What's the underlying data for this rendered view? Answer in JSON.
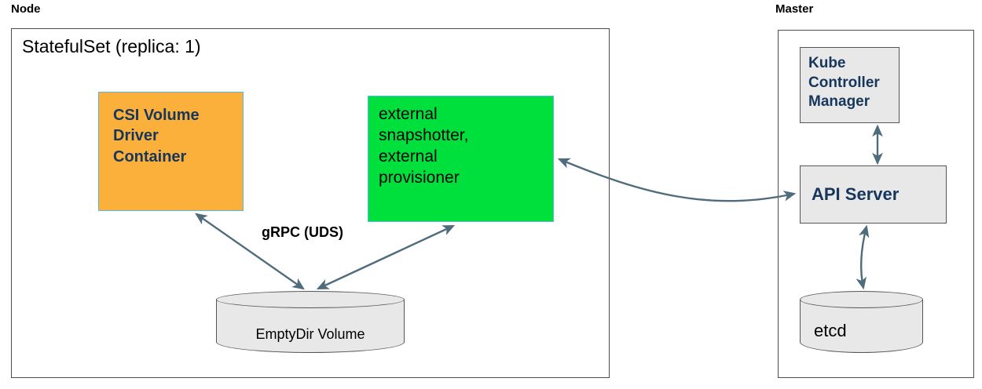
{
  "diagram": {
    "node": {
      "label": "Node",
      "statefulset_title": "StatefulSet (replica: 1)",
      "csi_driver_box": "CSI Volume Driver Container",
      "sidecar_box": "external snapshotter, external provisioner",
      "grpc_label": "gRPC (UDS)",
      "emptydir_volume": "EmptyDir Volume"
    },
    "master": {
      "label": "Master",
      "kube_controller_manager": "Kube Controller Manager",
      "api_server": "API Server",
      "etcd": "etcd"
    },
    "connections": [
      {
        "from": "CSI Volume Driver Container",
        "to": "EmptyDir Volume",
        "bidirectional": true,
        "label": "gRPC (UDS)"
      },
      {
        "from": "external snapshotter, external provisioner",
        "to": "EmptyDir Volume",
        "bidirectional": true,
        "label": "gRPC (UDS)"
      },
      {
        "from": "external snapshotter, external provisioner",
        "to": "API Server",
        "bidirectional": true
      },
      {
        "from": "Kube Controller Manager",
        "to": "API Server",
        "bidirectional": true
      },
      {
        "from": "API Server",
        "to": "etcd",
        "bidirectional": true
      }
    ],
    "colors": {
      "csi_box_fill": "#FBB03B",
      "sidecar_box_fill": "#00E03C",
      "colored_box_border": "#56B8DE",
      "gray_box_fill": "#E8E8E8",
      "frame_border": "#4D4D4D",
      "arrow": "#4E6C7C",
      "navy_text": "#16365C"
    }
  }
}
